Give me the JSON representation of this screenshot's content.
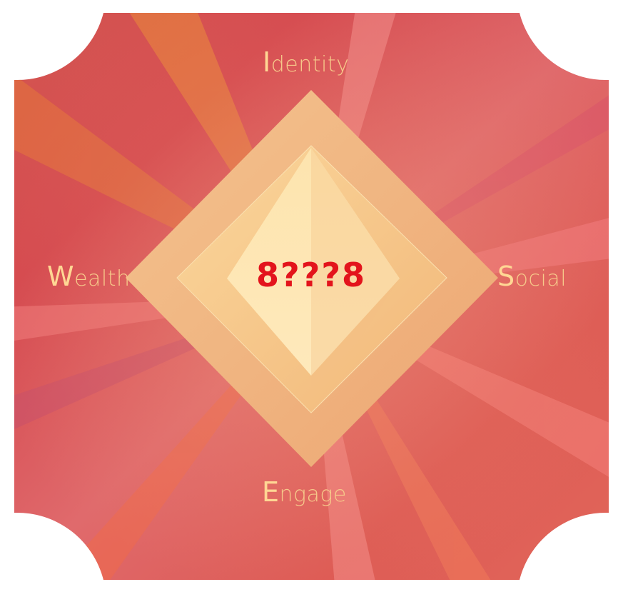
{
  "labels": {
    "identity": {
      "initial": "I",
      "rest": "dentity"
    },
    "wealth": {
      "initial": "W",
      "rest": "ealth"
    },
    "social": {
      "initial": "S",
      "rest": "ocial"
    },
    "engage": {
      "initial": "E",
      "rest": "ngage"
    }
  },
  "center_text": "8???8",
  "colors": {
    "background_primary": "#d8545c",
    "background_orange": "#e3773a",
    "background_pink": "#f27b7f",
    "label_text": "#f6c98a",
    "diamond_outer": "#f2bb82",
    "diamond_inner": "#fde6b2",
    "center_text": "#e3141c"
  }
}
